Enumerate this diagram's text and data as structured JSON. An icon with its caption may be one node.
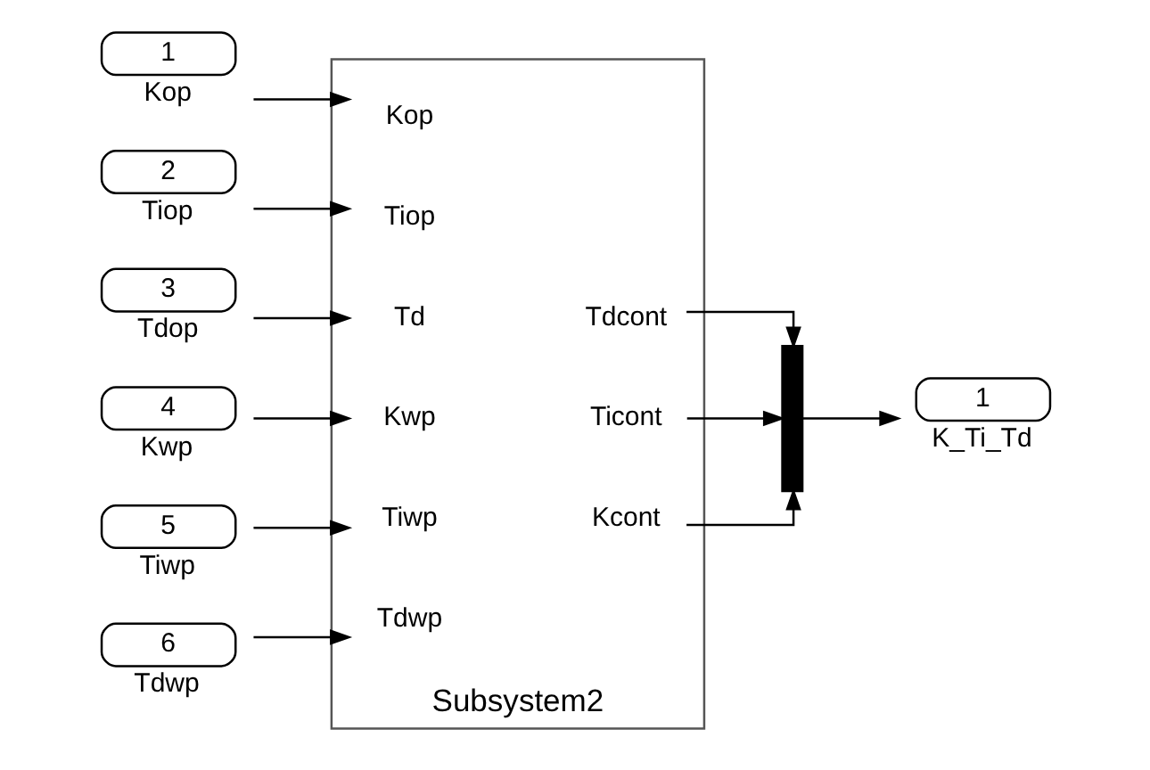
{
  "diagram": {
    "nodes": [
      {
        "text": [
          "1"
        ],
        "beside": [
          "Kop"
        ]
      },
      {
        "text": [
          "2"
        ],
        "beside": [
          "Tiop"
        ]
      },
      {
        "text": [
          "3"
        ],
        "beside": [
          "Tdop"
        ]
      },
      {
        "text": [
          "4"
        ],
        "beside": [
          "Kwp"
        ]
      },
      {
        "text": [
          "5"
        ],
        "beside": [
          "Tiwp"
        ]
      },
      {
        "text": [
          "6"
        ],
        "beside": [
          "Tdwp"
        ]
      },
      {
        "text": [
          "Subsystem2"
        ]
      },
      {
        "text": [
          "Kop"
        ],
        "in": 6
      },
      {
        "text": [
          "Tiop"
        ],
        "in": 6
      },
      {
        "text": [
          "Td"
        ],
        "in": 6
      },
      {
        "text": [
          "Kwp"
        ],
        "in": 6
      },
      {
        "text": [
          "Tiwp"
        ],
        "in": 6
      },
      {
        "text": [
          "Tdwp"
        ],
        "in": 6
      },
      {
        "text": [
          "Kcont"
        ],
        "in": 6
      },
      {
        "text": [
          "Ticont"
        ],
        "in": 6
      },
      {
        "text": [
          "Tdcont"
        ],
        "in": 6
      },
      {
        "text": [],
        "shape": "bar"
      },
      {
        "text": [
          "1"
        ],
        "beside": [
          "K_Ti_Td"
        ]
      }
    ],
    "edges": [
      {
        "from": 0,
        "to": 7,
        "arrow": "to"
      },
      {
        "from": 1,
        "to": 8,
        "arrow": "to"
      },
      {
        "from": 2,
        "to": 9,
        "arrow": "to"
      },
      {
        "from": 3,
        "to": 10,
        "arrow": "to"
      },
      {
        "from": 4,
        "to": 11,
        "arrow": "to"
      },
      {
        "from": 5,
        "to": 12,
        "arrow": "to"
      },
      {
        "from": 13,
        "to": 16,
        "arrow": "to"
      },
      {
        "from": 14,
        "to": 16,
        "arrow": "to"
      },
      {
        "from": 15,
        "to": 16,
        "arrow": "to"
      },
      {
        "from": 16,
        "to": 17,
        "arrow": "to"
      }
    ]
  }
}
